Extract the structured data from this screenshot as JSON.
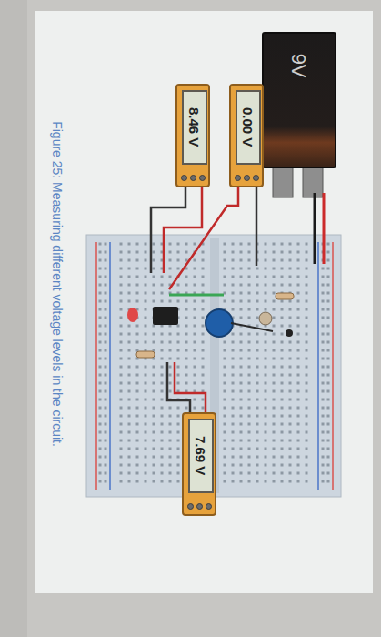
{
  "diagram": {
    "caption": "Figure 25: Measuring different voltage levels in the circuit.",
    "nodes": [
      {
        "text": [
          "9V"
        ]
      },
      {
        "text": [
          "0.00 V"
        ]
      },
      {
        "text": [
          "8.46 V"
        ]
      },
      {
        "text": [
          "7.69 V"
        ]
      }
    ]
  }
}
